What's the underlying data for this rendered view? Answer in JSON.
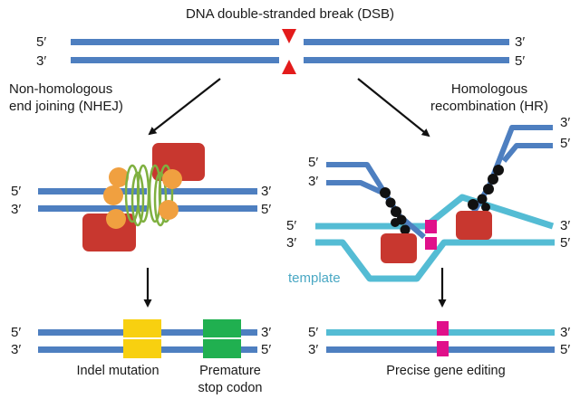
{
  "title": "DNA double-stranded break (DSB)",
  "branches": {
    "nhej": {
      "label_line1": "Non-homologous",
      "label_line2": "end joining (NHEJ)"
    },
    "hr": {
      "label_line1": "Homologous",
      "label_line2": "recombination (HR)"
    }
  },
  "ends": {
    "five": "5′",
    "three": "3′"
  },
  "template_label": "template",
  "outcomes": {
    "indel": "Indel mutation",
    "stop_line1": "Premature",
    "stop_line2": "stop codon",
    "precise": "Precise gene editing"
  },
  "colors": {
    "dna": "#4e7fc0",
    "template": "#54bcd4",
    "break": "#e31b1b",
    "protein": "#c8372f",
    "ku": "#f0a040",
    "helix": "#7fb040",
    "indel": "#f8d010",
    "stop": "#20b050",
    "edit": "#e0108a"
  }
}
